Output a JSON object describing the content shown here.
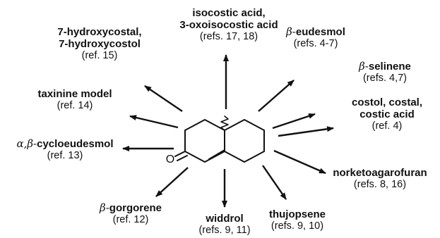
{
  "molecule": {
    "carbonyl_atom": "O"
  },
  "labels": [
    {
      "id": "isocostic",
      "name": "isocostic acid,",
      "name2": "3-oxoisocostic acid",
      "ref": "(refs. 17, 18)"
    },
    {
      "id": "hydroxycostal",
      "name": "7-hydroxycostal,",
      "name2": "7-hydroxycostol",
      "ref": "(ref. 15)"
    },
    {
      "id": "eudesmol",
      "prefix": "β-",
      "name": "eudesmol",
      "ref": "(refs. 4-7)"
    },
    {
      "id": "selinene",
      "prefix": "β-",
      "name": "selinene",
      "ref": "(refs. 4,7)"
    },
    {
      "id": "taxinine",
      "name": "taxinine model",
      "ref": "(ref. 14)"
    },
    {
      "id": "costol",
      "name": "costol, costal,",
      "name2": "costic acid",
      "ref": "(ref. 4)"
    },
    {
      "id": "cycloeudesmol",
      "prefix": "α,β-",
      "name": "cycloeudesmol",
      "ref": "(ref. 13)"
    },
    {
      "id": "norketo",
      "name": "norketoagarofuran",
      "ref": "(refs. 8, 16)"
    },
    {
      "id": "gorgorene",
      "prefix": "β-",
      "name": "gorgorene",
      "ref": "(ref. 12)"
    },
    {
      "id": "widdrol",
      "name": "widdrol",
      "ref": "(refs. 9, 11)"
    },
    {
      "id": "thujopsene",
      "name": "thujopsene",
      "ref": "(refs. 9, 10)"
    }
  ]
}
